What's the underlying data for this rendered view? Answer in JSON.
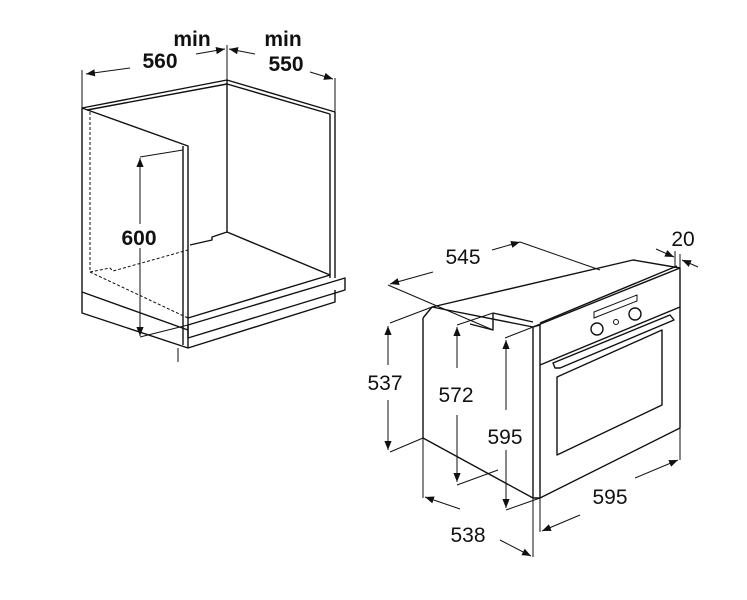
{
  "cabinet": {
    "width_prefix": "min",
    "width": "560",
    "depth_prefix": "min",
    "depth": "550",
    "height": "600"
  },
  "oven": {
    "depth_top": "545",
    "door_thickness": "20",
    "body_height": "537",
    "niche_height": "572",
    "front_height": "595",
    "front_width": "595",
    "body_depth": "538"
  }
}
